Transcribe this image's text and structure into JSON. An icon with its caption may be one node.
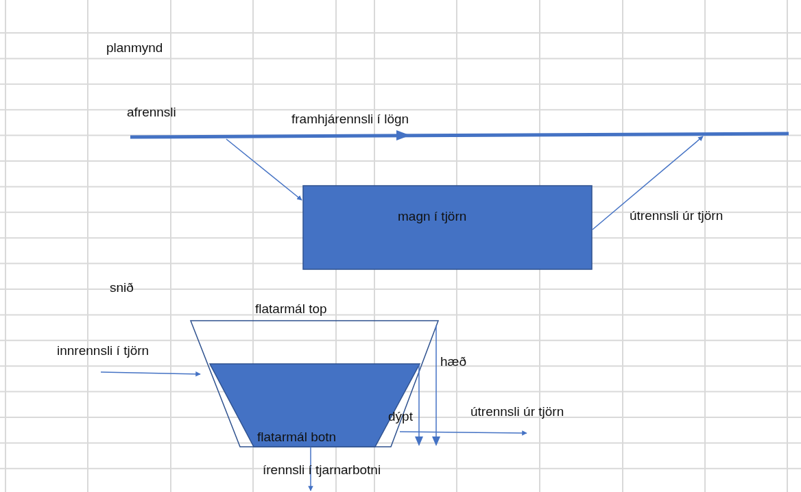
{
  "diagram": {
    "nodes": [
      {
        "text": [],
        "shape": "bar",
        "beside": [
          "afrennsli",
          "framhjárennsli í lögn"
        ]
      },
      {
        "text": [
          "magn í tjörn"
        ]
      },
      {
        "text": [
          "flatarmál top"
        ]
      },
      {
        "text": [
          "flatarmál botn"
        ],
        "in": 2
      }
    ],
    "edges": [
      {
        "from": 0,
        "to": 1,
        "arrow": "to"
      },
      {
        "from": 1,
        "to": 0,
        "arrow": "to",
        "label": "útrennsli úr tjörn"
      },
      {
        "from": null,
        "to": 2,
        "arrow": "to",
        "label": "innrennsli í tjörn"
      },
      {
        "from": 2,
        "to": null,
        "arrow": "to",
        "label": "útrennsli úr tjörn"
      },
      {
        "from": 3,
        "to": null,
        "arrow": "to",
        "label": "írennsli í tjarnarbotni"
      }
    ],
    "labels": [
      "planmynd",
      "snið",
      "hæð",
      "dýpt"
    ]
  }
}
